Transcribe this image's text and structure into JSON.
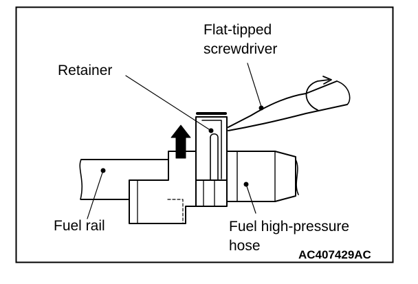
{
  "labels": {
    "screwdriver_line1": "Flat-tipped",
    "screwdriver_line2": "screwdriver",
    "retainer": "Retainer",
    "fuel_rail": "Fuel rail",
    "hose_line1": "Fuel high-pressure",
    "hose_line2": "hose"
  },
  "figure_code": "AC407429AC",
  "colors": {
    "line": "#000000",
    "background": "#ffffff",
    "arrow": "#000000"
  },
  "icons": {
    "direction_arrow": "arrow-up-icon",
    "rotation": "rotate-arrow-icon"
  }
}
